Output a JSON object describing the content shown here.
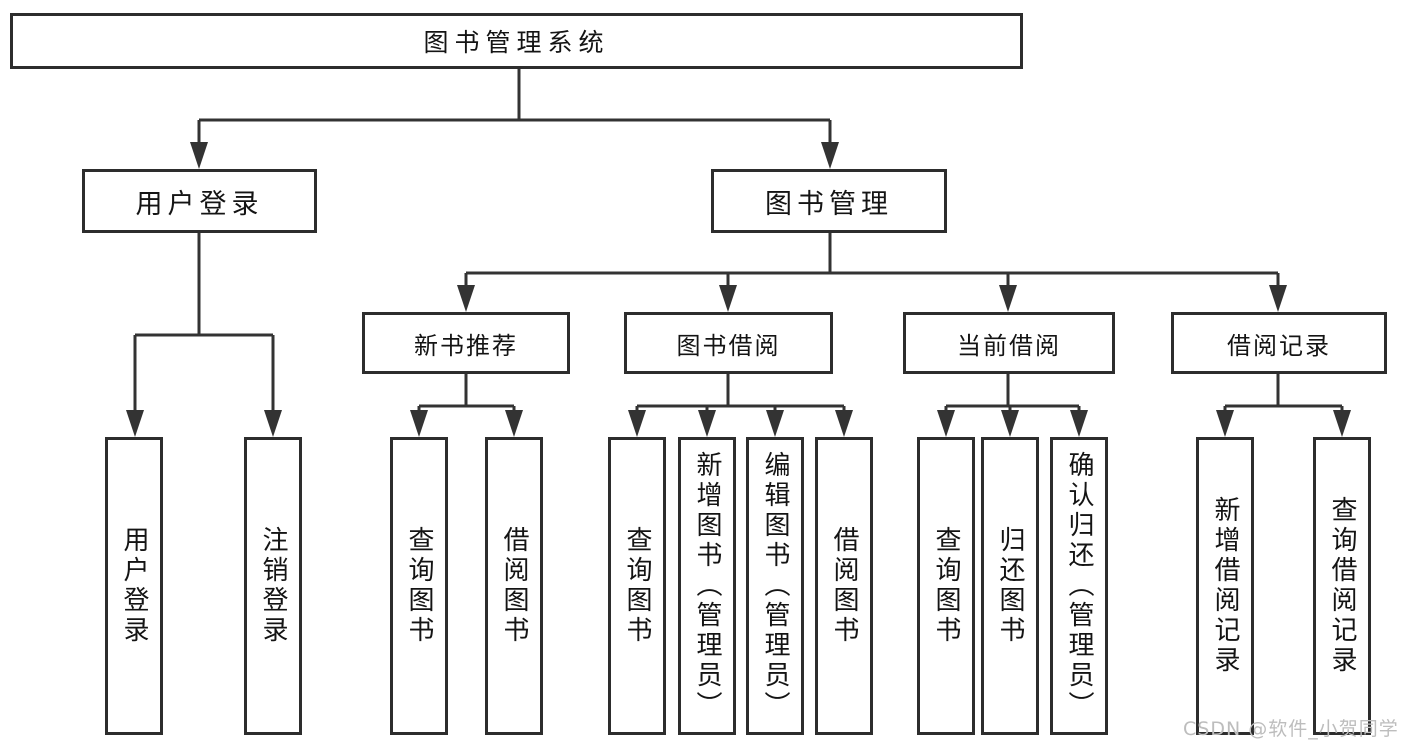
{
  "colors": {
    "line": "#333333",
    "box_border": "#2d2d2d",
    "text": "#141414",
    "watermark_text": "#bdbdbd",
    "background": "#ffffff"
  },
  "watermark": "CSDN @软件_小贺同学",
  "diagram": {
    "root": "图书管理系统",
    "branches": [
      {
        "label": "用户登录",
        "leaves": [
          "用户登录",
          "注销登录"
        ]
      },
      {
        "label": "图书管理",
        "children": [
          {
            "label": "新书推荐",
            "leaves": [
              "查询图书",
              "借阅图书"
            ]
          },
          {
            "label": "图书借阅",
            "leaves": [
              "查询图书",
              "新增图书（管理员）",
              "编辑图书（管理员）",
              "借阅图书"
            ]
          },
          {
            "label": "当前借阅",
            "leaves": [
              "查询图书",
              "归还图书",
              "确认归还（管理员）"
            ]
          },
          {
            "label": "借阅记录",
            "leaves": [
              "新增借阅记录",
              "查询借阅记录"
            ]
          }
        ]
      }
    ]
  }
}
